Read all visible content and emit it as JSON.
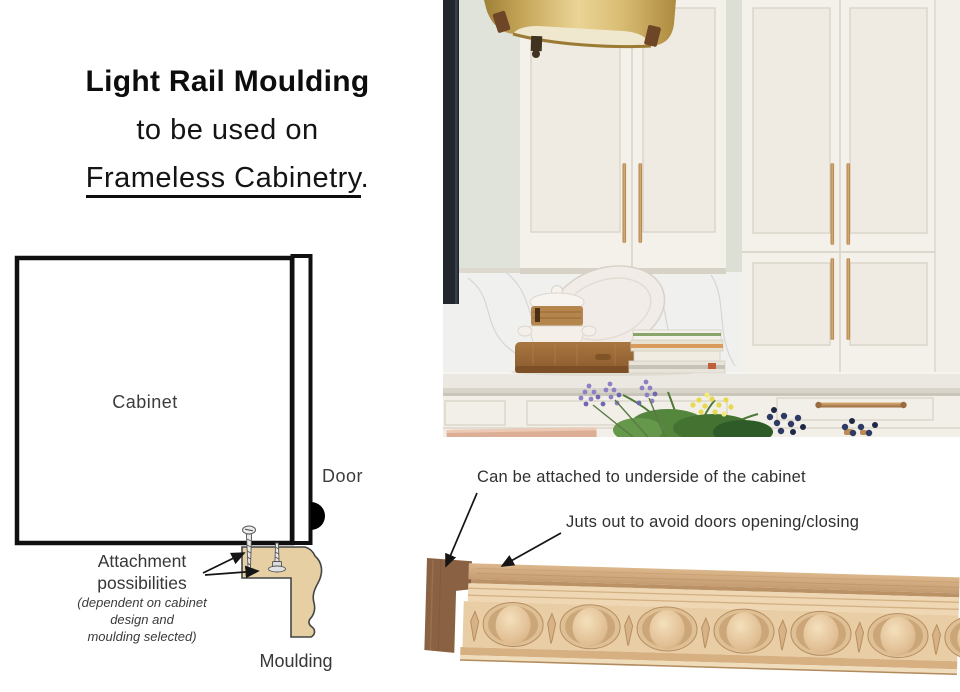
{
  "title": {
    "line1": "Light Rail Moulding",
    "line2": "to be used on",
    "line3": "Frameless Cabinetry",
    "line3_punct": "."
  },
  "diagram": {
    "cabinet_label": "Cabinet",
    "door_label": "Door",
    "attachment_line1": "Attachment",
    "attachment_line2": "possibilities",
    "note_line1": "(dependent on cabinet",
    "note_line2": "design and",
    "note_line3": "moulding selected)",
    "moulding_label": "Moulding"
  },
  "annotations": {
    "underside": "Can be attached to underside of the cabinet",
    "juts": "Juts out to avoid doors opening/closing"
  },
  "colors": {
    "moulding_profile_tan": "#e5cfa3",
    "outline_dark": "#454545",
    "text_dark": "#1d1d1d",
    "label_gray": "#3c3c3c",
    "wood_face": "#e9cda5",
    "wood_top": "#cfa87e",
    "wood_end_dark": "#8a6243",
    "brass": "#c49a6a",
    "cabinet_white": "#f4f1ea",
    "wall_sage": "#e0e3d9",
    "window_frame": "#22262d",
    "marble": "#f0f1ef"
  }
}
